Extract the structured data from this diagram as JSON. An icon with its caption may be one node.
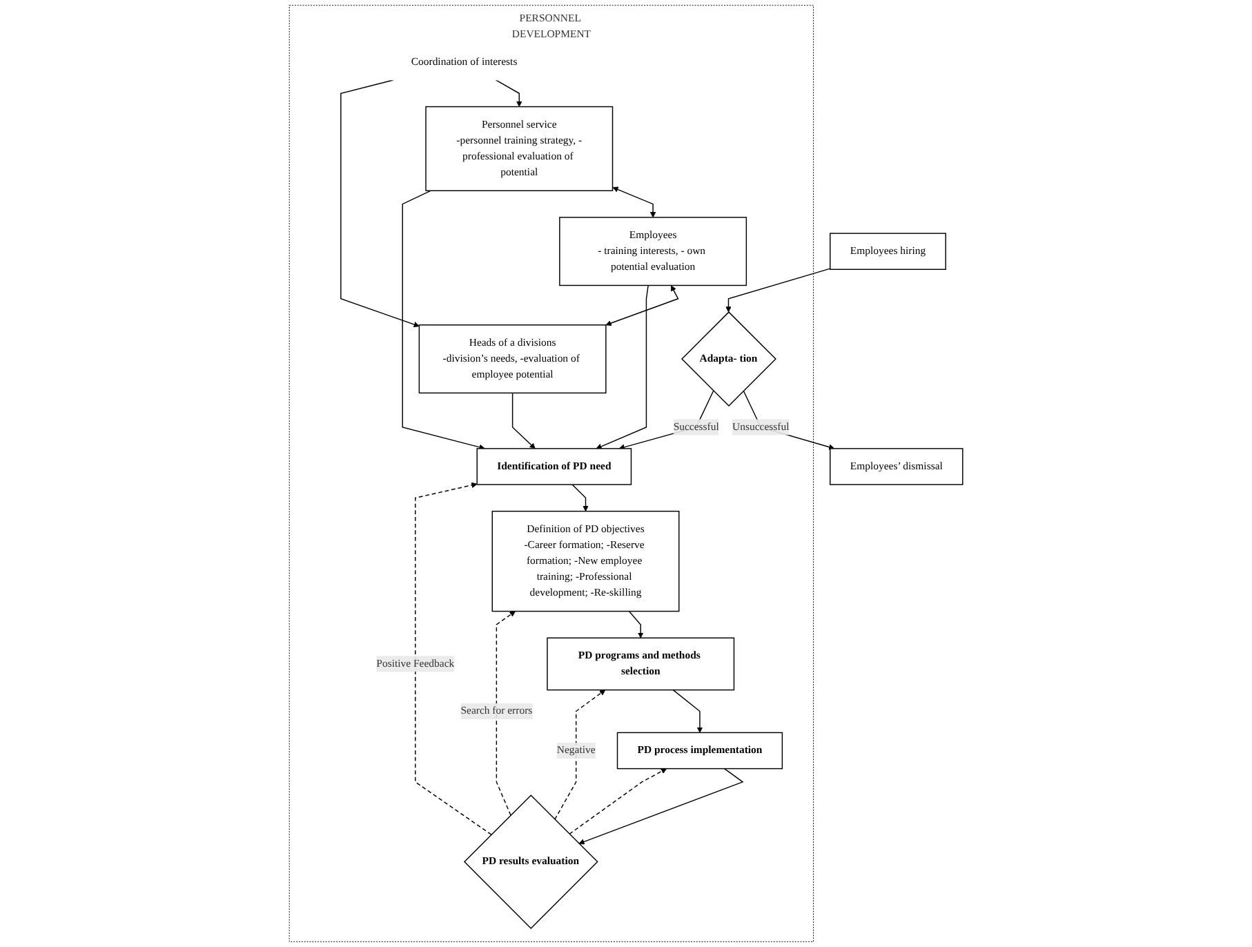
{
  "diagram": {
    "nodes": [
      {
        "text": [
          "PERSONNEL DEVELOPMENT"
        ]
      },
      {
        "text": [
          "Coordination of interests"
        ],
        "in": 0
      },
      {
        "text": [
          "Personnel service",
          "-personnel training strategy, -professional evaluation of potential"
        ],
        "in": 0
      },
      {
        "text": [
          "Employees",
          "- training interests, - own potential evaluation"
        ],
        "in": 0
      },
      {
        "text": [
          "Heads of a divisions",
          "-division’s needs, -evaluation of employee potential"
        ],
        "in": 0
      },
      {
        "text": [
          "Employees’ dismissal"
        ]
      },
      {
        "text": [
          "Employees hiring"
        ]
      },
      {
        "text": [
          "Adapta- tion"
        ],
        "in": 0
      },
      {
        "text": [
          "Identification of PD need"
        ],
        "in": 0
      },
      {
        "text": [
          "Definition of PD objectives",
          "-Career formation; -Reserve formation; -New employee training; -Professional development; -Re-skilling"
        ],
        "in": 0
      },
      {
        "text": [
          "PD programs and methods selection"
        ],
        "in": 0
      },
      {
        "text": [
          "PD process implementation"
        ],
        "in": 0
      },
      {
        "text": [
          "PD results evaluation"
        ],
        "in": 0
      }
    ],
    "edges": [
      {
        "from": 1,
        "to": 2,
        "arrow": "to"
      },
      {
        "from": 1,
        "to": 4,
        "arrow": "to"
      },
      {
        "from": 2,
        "to": 3,
        "arrow": "both"
      },
      {
        "from": 3,
        "to": 4,
        "arrow": "both"
      },
      {
        "from": 2,
        "to": 8,
        "arrow": "to"
      },
      {
        "from": 3,
        "to": 8,
        "arrow": "to"
      },
      {
        "from": 4,
        "to": 8,
        "arrow": "to"
      },
      {
        "from": 7,
        "to": 5,
        "arrow": "to",
        "label": "Unsuccessful"
      },
      {
        "from": 6,
        "to": 7,
        "arrow": "to"
      },
      {
        "from": 7,
        "to": 8,
        "arrow": "to",
        "label": "Successful"
      },
      {
        "from": 8,
        "to": 9,
        "arrow": "to"
      },
      {
        "from": 9,
        "to": 10,
        "arrow": "to"
      },
      {
        "from": 10,
        "to": 11,
        "arrow": "to"
      },
      {
        "from": 11,
        "to": 12,
        "arrow": "to"
      },
      {
        "from": 12,
        "to": 8,
        "arrow": "to",
        "style": "dashed",
        "label": "Positive Feedback"
      },
      {
        "from": 12,
        "to": 9,
        "arrow": "to",
        "style": "dashed",
        "label": "Search for errors"
      },
      {
        "from": 12,
        "to": 10,
        "arrow": "to",
        "style": "dashed",
        "label": "Negative"
      },
      {
        "from": 12,
        "to": 11,
        "arrow": "to",
        "style": "dashed"
      }
    ]
  }
}
